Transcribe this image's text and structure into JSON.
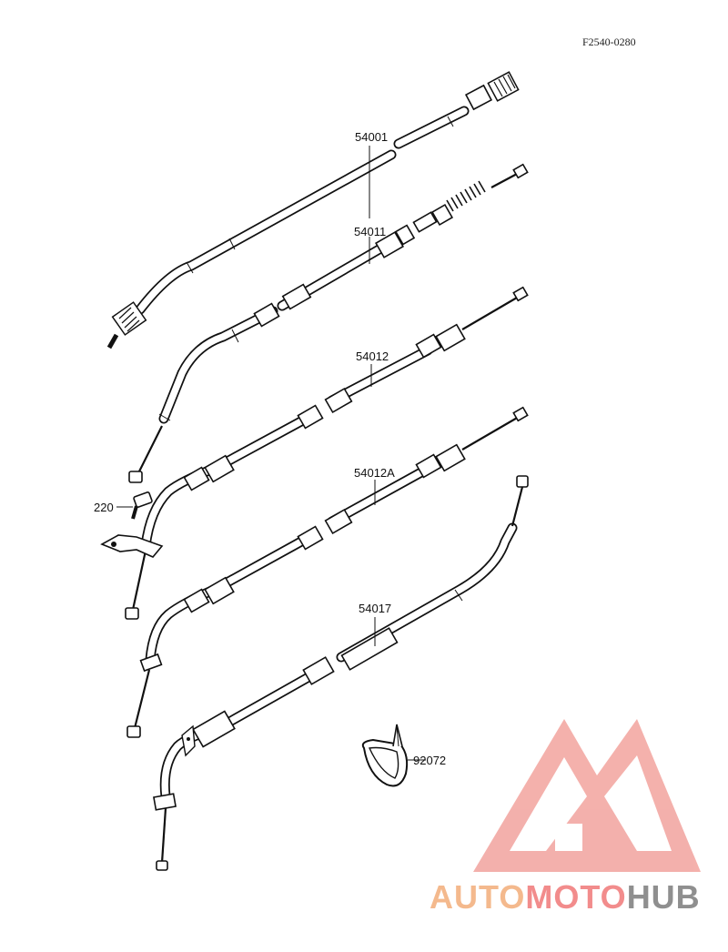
{
  "diagram": {
    "reference_code": "F2540-0280",
    "parts": [
      {
        "id": "54001",
        "label": "54001"
      },
      {
        "id": "54011",
        "label": "54011"
      },
      {
        "id": "54012",
        "label": "54012"
      },
      {
        "id": "54012A",
        "label": "54012A"
      },
      {
        "id": "54017",
        "label": "54017"
      },
      {
        "id": "220",
        "label": "220"
      },
      {
        "id": "92072",
        "label": "92072"
      }
    ]
  },
  "watermark": {
    "part1": "AUTO",
    "part2": "MOTO",
    "part3": "HUB",
    "colors": {
      "auto": "#f4b98d",
      "moto": "#f28c8c",
      "hub": "#8f8f8f",
      "logo": "#f2a39e"
    }
  }
}
